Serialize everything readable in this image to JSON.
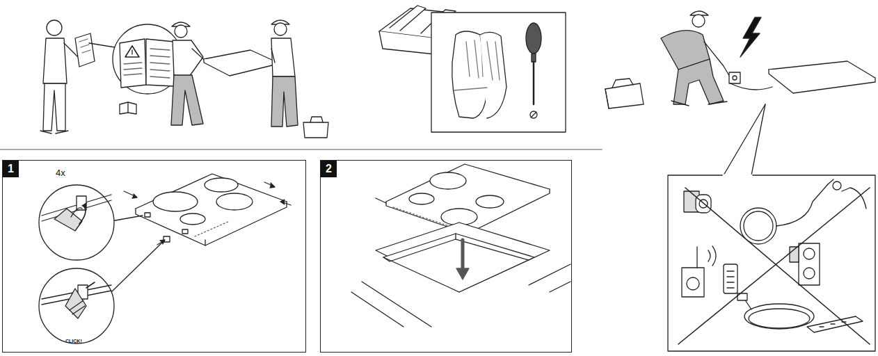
{
  "diagram": {
    "nodes": [
      {
        "text": [
          "1"
        ]
      },
      {
        "text": [
          "2"
        ]
      }
    ],
    "labels": [
      "4x",
      "CLICK!"
    ]
  }
}
